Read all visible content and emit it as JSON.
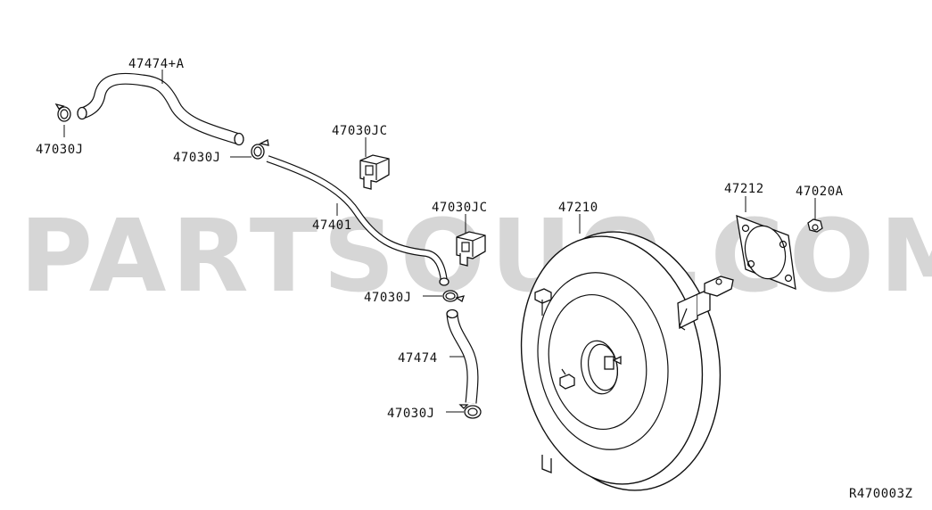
{
  "watermark": "PARTSOUQ.COM",
  "diagram_code": "R470003Z",
  "part_labels": {
    "hose_upper": "47474+A",
    "clamp_upper_left": "47030J",
    "clamp_mid": "47030J",
    "connector_upper": "47030JC",
    "tube": "47401",
    "connector_lower": "47030JC",
    "clamp_lower_upper": "47030J",
    "hose_lower": "47474",
    "clamp_lower_bottom": "47030J",
    "booster": "47210",
    "gasket": "47212",
    "nut": "47020A"
  }
}
